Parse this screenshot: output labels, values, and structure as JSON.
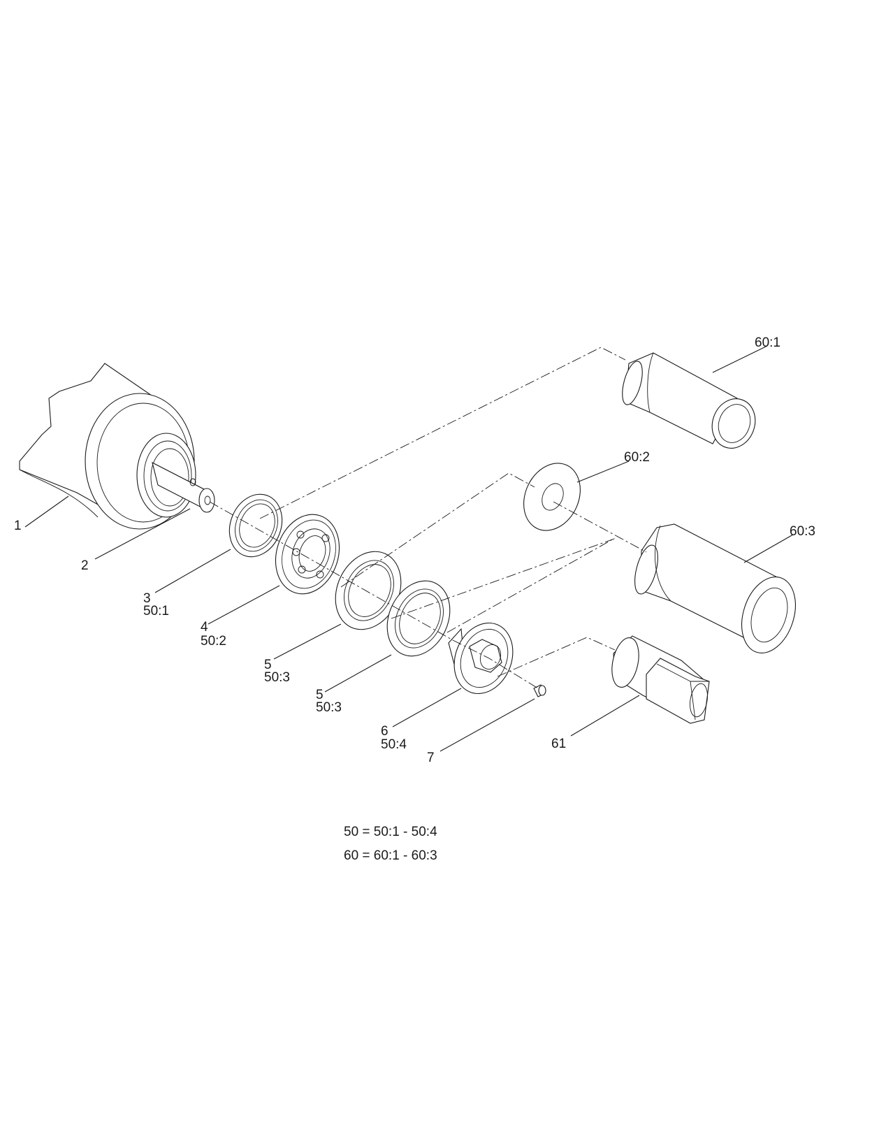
{
  "callouts": {
    "c1": "1",
    "c2": "2",
    "c3": "3",
    "c3b": "50:1",
    "c4": "4",
    "c4b": "50:2",
    "c5a": "5",
    "c5ab": "50:3",
    "c5b": "5",
    "c5bb": "50:3",
    "c6": "6",
    "c6b": "50:4",
    "c7": "7",
    "c60_1": "60:1",
    "c60_2": "60:2",
    "c60_3": "60:3",
    "c61": "61"
  },
  "legend": {
    "line1": "50 = 50:1 - 50:4",
    "line2": "60 = 60:1 - 60:3"
  }
}
